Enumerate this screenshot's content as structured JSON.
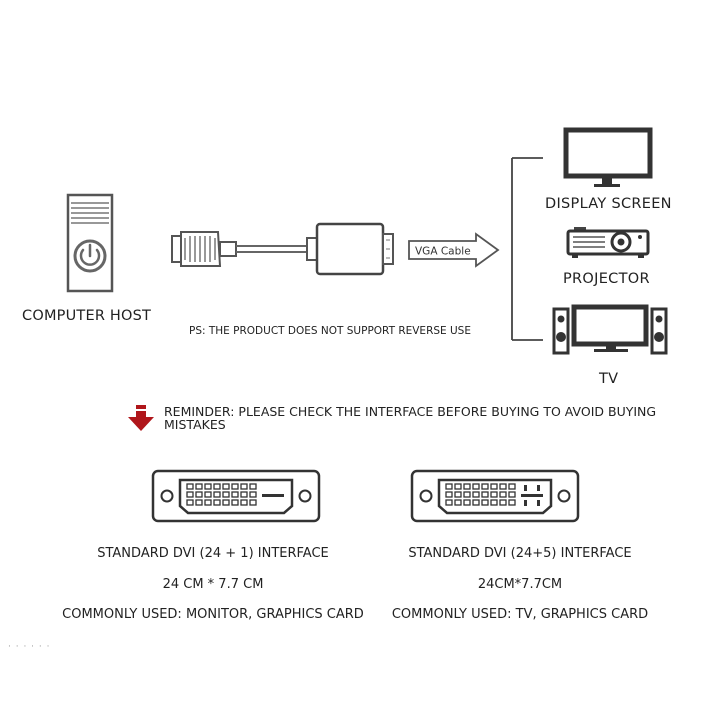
{
  "labels": {
    "computer_host": "COMPUTER HOST",
    "ps_note": "PS: THE PRODUCT DOES NOT SUPPORT REVERSE USE",
    "vga_cable": "VGA Cable",
    "display_screen": "DISPLAY SCREEN",
    "projector": "PROJECTOR",
    "tv": "TV"
  },
  "reminder": {
    "text": "REMINDER: PLEASE CHECK THE INTERFACE BEFORE BUYING TO AVOID BUYING MISTAKES"
  },
  "dvi_left": {
    "title": "STANDARD DVI (24 + 1) INTERFACE",
    "size": "24 CM * 7.7 CM",
    "usage": "COMMONLY USED: MONITOR, GRAPHICS CARD"
  },
  "dvi_right": {
    "title": "STANDARD DVI (24+5) INTERFACE",
    "size": "24CM*7.7CM",
    "usage": "COMMONLY USED: TV, GRAPHICS CARD"
  },
  "footer": {
    "dots": "· · · · · ·"
  },
  "colors": {
    "arrow_red": "#b0161b",
    "line_gray": "#555555"
  },
  "icons": [
    "power-icon",
    "monitor-icon",
    "projector-icon",
    "tv-icon",
    "speaker-icon",
    "down-arrow-icon"
  ]
}
